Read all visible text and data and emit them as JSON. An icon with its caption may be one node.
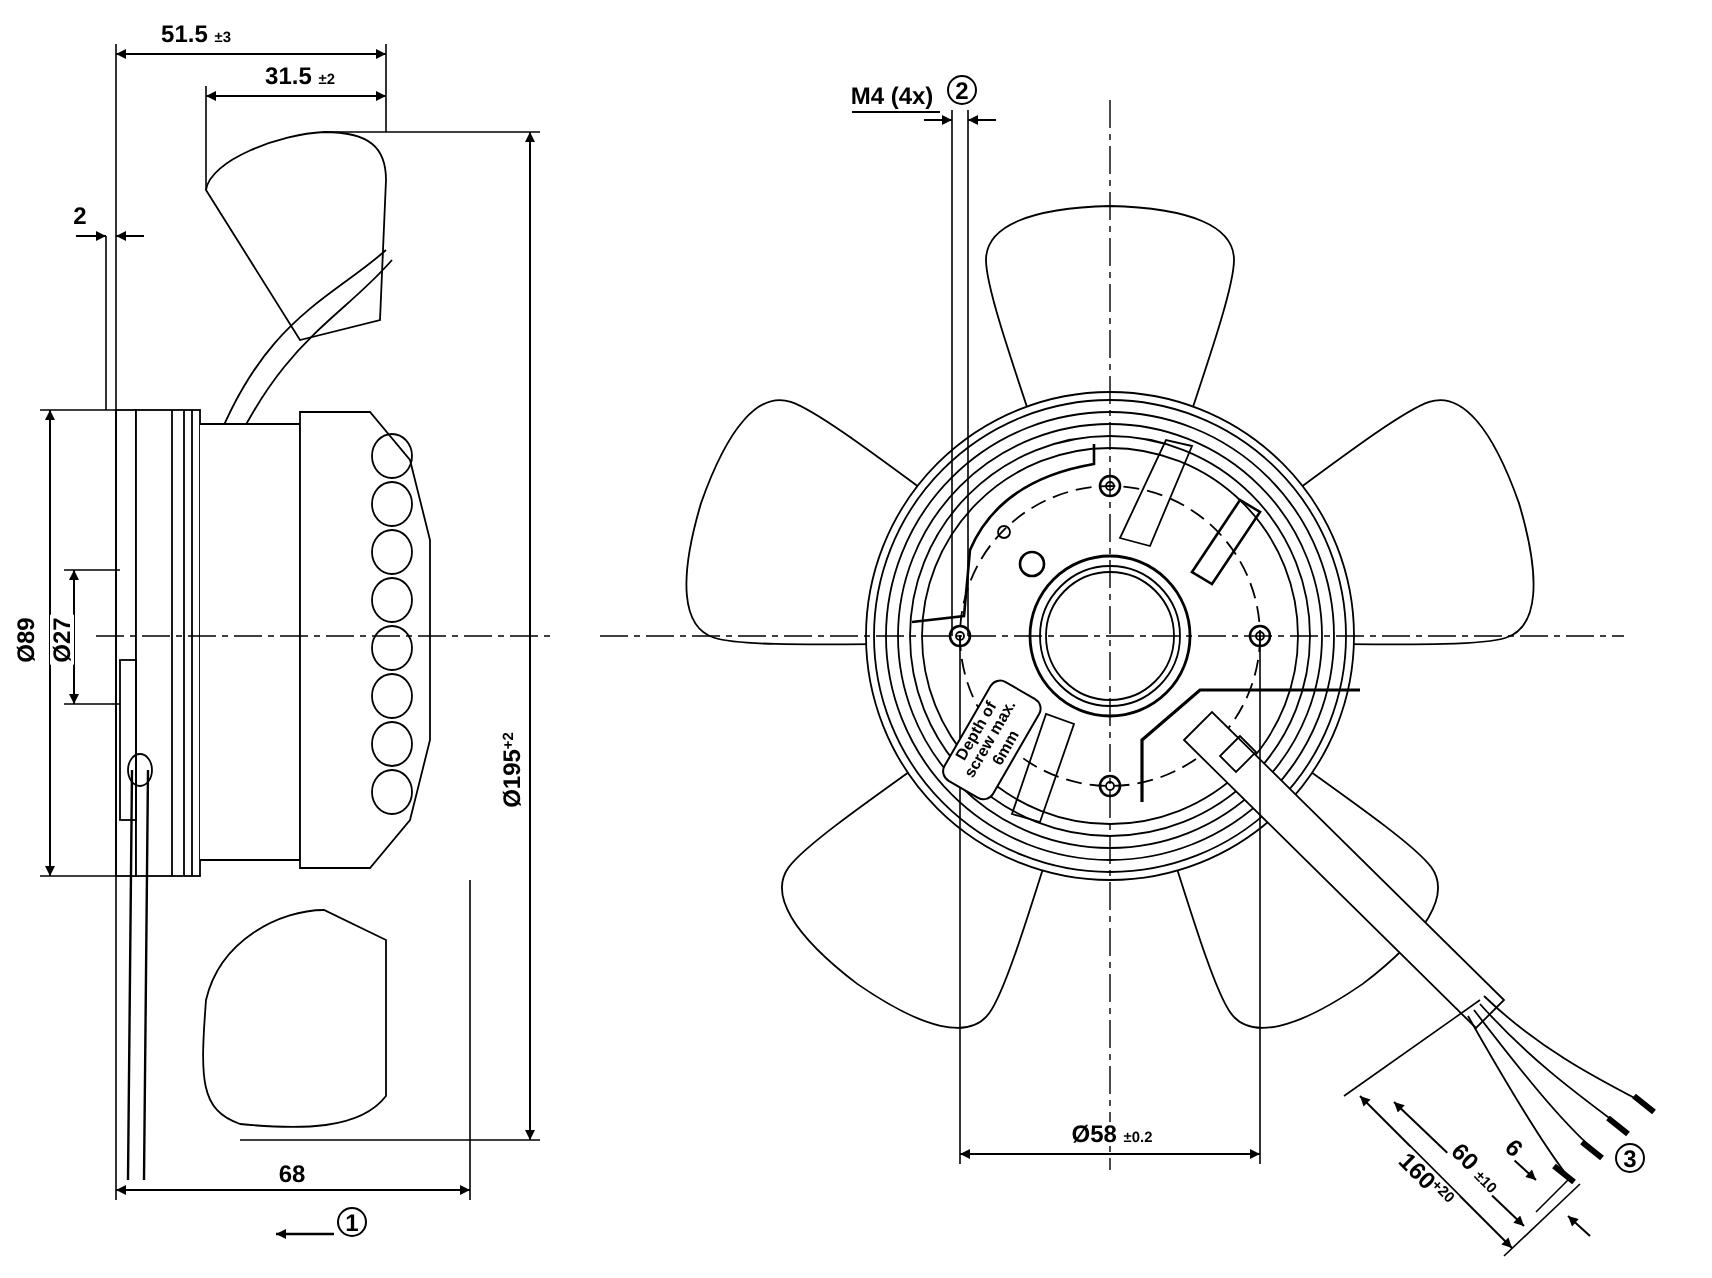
{
  "diagram": {
    "labels": [
      "51.5 $_{±3}$",
      "31.5 $_{±2}$",
      "2",
      "M4 (4x)",
      "2",
      "Ø89",
      "Ø27",
      "Ø195$^{+2}$",
      "Depth of screw max. 6mm",
      "Ø58 $_{±0.2}$",
      "6",
      "60 $_{±10}$",
      "3",
      "160$^{+20}$",
      "68",
      "1"
    ]
  }
}
